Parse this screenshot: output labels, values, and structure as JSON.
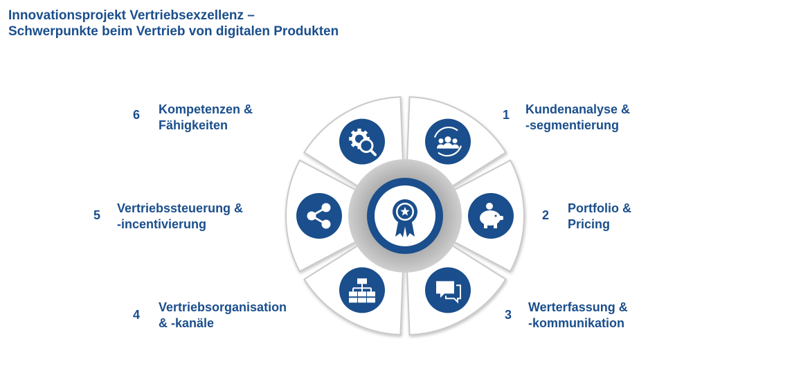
{
  "title": {
    "line1": "Innovationsprojekt Vertriebsexzellenz –",
    "line2": "Schwerpunkte beim Vertrieb von digitalen Produkten"
  },
  "colors": {
    "primary": "#1a4e8c",
    "segment_fill": "#ffffff",
    "segment_stroke": "#c9c9c9",
    "inner_ring": "#b9b9b9"
  },
  "center": {
    "icon": "award-ribbon-icon"
  },
  "segments": [
    {
      "number": "1",
      "line1": "Kundenanalyse &",
      "line2": "-segmentierung",
      "icon": "customer-group-icon"
    },
    {
      "number": "2",
      "line1": "Portfolio &",
      "line2": "Pricing",
      "icon": "piggy-bank-icon"
    },
    {
      "number": "3",
      "line1": "Werterfassung &",
      "line2": "-kommunikation",
      "icon": "chat-bubbles-icon"
    },
    {
      "number": "4",
      "line1": "Vertriebsorganisation",
      "line2": "& -kanäle",
      "icon": "org-chart-icon"
    },
    {
      "number": "5",
      "line1": "Vertriebssteuerung &",
      "line2": "-incentivierung",
      "icon": "share-network-icon"
    },
    {
      "number": "6",
      "line1": "Kompetenzen &",
      "line2": "Fähigkeiten",
      "icon": "gear-search-icon"
    }
  ]
}
